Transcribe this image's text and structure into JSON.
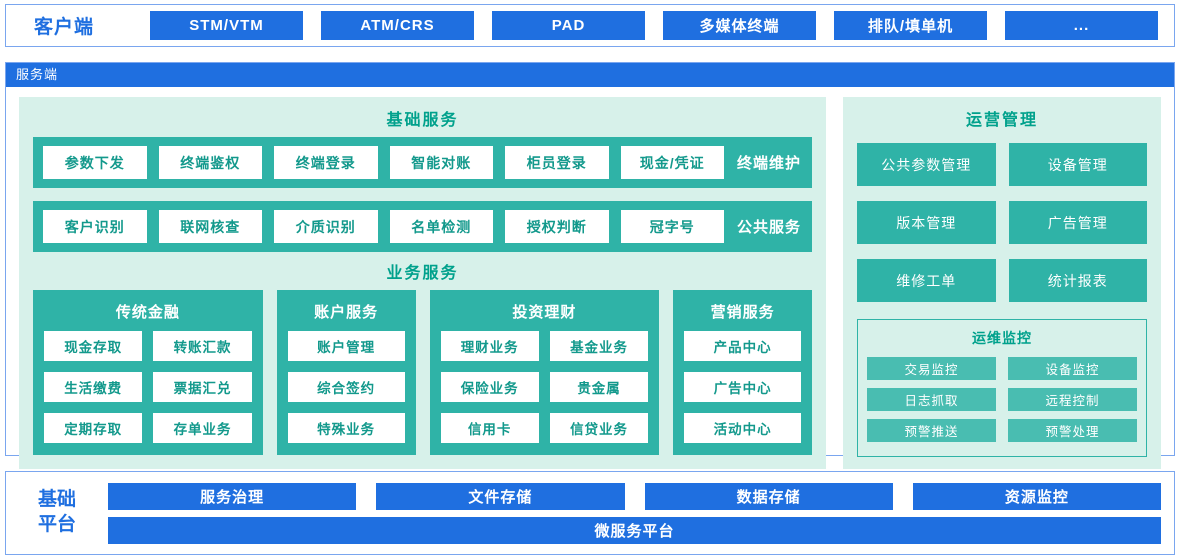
{
  "colors": {
    "blue": "#1f6fe0",
    "border": "#7aa6ef",
    "mint": "#d7f1ea",
    "teal": "#2fb3a7",
    "teal_light": "#49bdb1",
    "teal_dark": "#00a18c",
    "teal_text": "#13998c"
  },
  "client": {
    "label": "客户端",
    "items": [
      "STM/VTM",
      "ATM/CRS",
      "PAD",
      "多媒体终端",
      "排队/填单机",
      "..."
    ]
  },
  "server": {
    "label": "服务端",
    "basic_services": {
      "title": "基础服务",
      "rows": [
        {
          "items": [
            "参数下发",
            "终端鉴权",
            "终端登录",
            "智能对账",
            "柜员登录",
            "现金/凭证"
          ],
          "label": "终端维护"
        },
        {
          "items": [
            "客户识别",
            "联网核查",
            "介质识别",
            "名单检测",
            "授权判断",
            "冠字号"
          ],
          "label": "公共服务"
        }
      ]
    },
    "business_services": {
      "title": "业务服务",
      "groups": [
        {
          "title": "传统金融",
          "items": [
            "现金存取",
            "转账汇款",
            "生活缴费",
            "票据汇兑",
            "定期存取",
            "存单业务"
          ]
        },
        {
          "title": "账户服务",
          "items": [
            "账户管理",
            "综合签约",
            "特殊业务"
          ]
        },
        {
          "title": "投资理财",
          "items": [
            "理财业务",
            "基金业务",
            "保险业务",
            "贵金属",
            "信用卡",
            "信贷业务"
          ]
        },
        {
          "title": "营销服务",
          "items": [
            "产品中心",
            "广告中心",
            "活动中心"
          ]
        }
      ]
    },
    "operations": {
      "title": "运营管理",
      "items": [
        "公共参数管理",
        "设备管理",
        "版本管理",
        "广告管理",
        "维修工单",
        "统计报表"
      ],
      "monitoring": {
        "title": "运维监控",
        "items": [
          "交易监控",
          "设备监控",
          "日志抓取",
          "远程控制",
          "预警推送",
          "预警处理"
        ]
      }
    }
  },
  "platform": {
    "label": "基础平台",
    "items": [
      "服务治理",
      "文件存储",
      "数据存储",
      "资源监控"
    ],
    "bottom_bar": "微服务平台"
  }
}
